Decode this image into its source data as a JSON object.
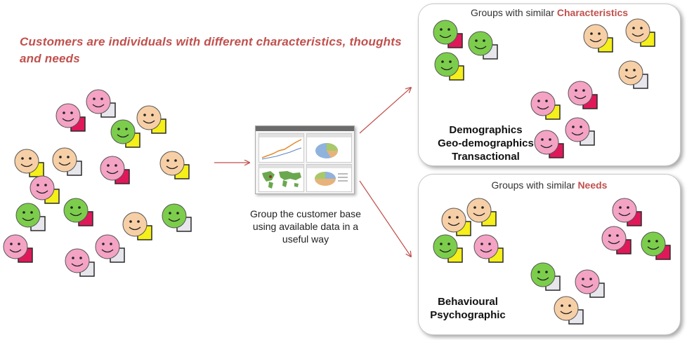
{
  "headline": "Customers are individuals with different characteristics, thoughts and needs",
  "panel_top": {
    "title_prefix": "Groups with similar ",
    "title_highlight": "Characteristics",
    "items": [
      "Demographics",
      "Geo-demographics",
      "Transactional"
    ]
  },
  "panel_bottom": {
    "title_prefix": "Groups with similar ",
    "title_highlight": "Needs",
    "items": [
      "Behavioural",
      "Psychographic"
    ]
  },
  "caption": "Group the customer base using available data in a useful way",
  "colors": {
    "accent": "#c0504d",
    "face_pink": "#f4a3c4",
    "face_peach": "#f7cfa6",
    "face_green": "#7ccd4c",
    "square_crimson": "#e0185a",
    "square_yellow": "#f5ef1a",
    "square_gray": "#e6e6ec"
  }
}
